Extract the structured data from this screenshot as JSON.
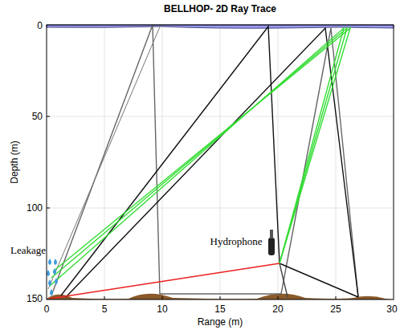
{
  "diagram": {
    "title": "BELLHOP- 2D Ray Trace",
    "labels": [
      "Depth (m)",
      "0",
      "50",
      "100",
      "150",
      "0",
      "5",
      "10",
      "15",
      "20",
      "25",
      "30",
      "Range (m)",
      "Leakage",
      "Hydrophone"
    ]
  }
}
